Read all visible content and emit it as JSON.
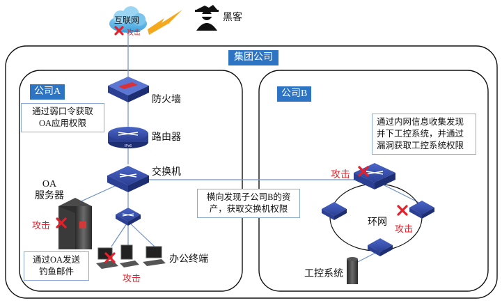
{
  "internet": {
    "label": "互联网",
    "attack": "攻击"
  },
  "hacker": {
    "label": "黑客"
  },
  "group": {
    "title": "集团公司"
  },
  "company_a": {
    "title": "公司A",
    "firewall": "防火墙",
    "router": "路由器",
    "router_sub": "IPv6",
    "switch": "交换机",
    "oa_server": "OA\n服务器",
    "oa_attack": "攻击",
    "terminals": "办公终端",
    "terminals_attack": "攻击",
    "callout_oa": "通过弱口令获取\nOA应用权限",
    "callout_phish": "通过OA发送\n钓鱼邮件"
  },
  "lateral_callout": "横向发现子公司B的资\n产，获取交换机权限",
  "company_b": {
    "title": "公司B",
    "switch_attack": "攻击",
    "ring": "环网",
    "ring_attack": "攻击",
    "ics": "工控系统",
    "callout": "通过内网信息收集发现\n并下工控系统，并通过\n漏洞获取工控系统权限"
  },
  "colors": {
    "tag": "#2e74c4",
    "attack": "#e6202a",
    "border": "#111111",
    "device": "#2a3d8f"
  }
}
